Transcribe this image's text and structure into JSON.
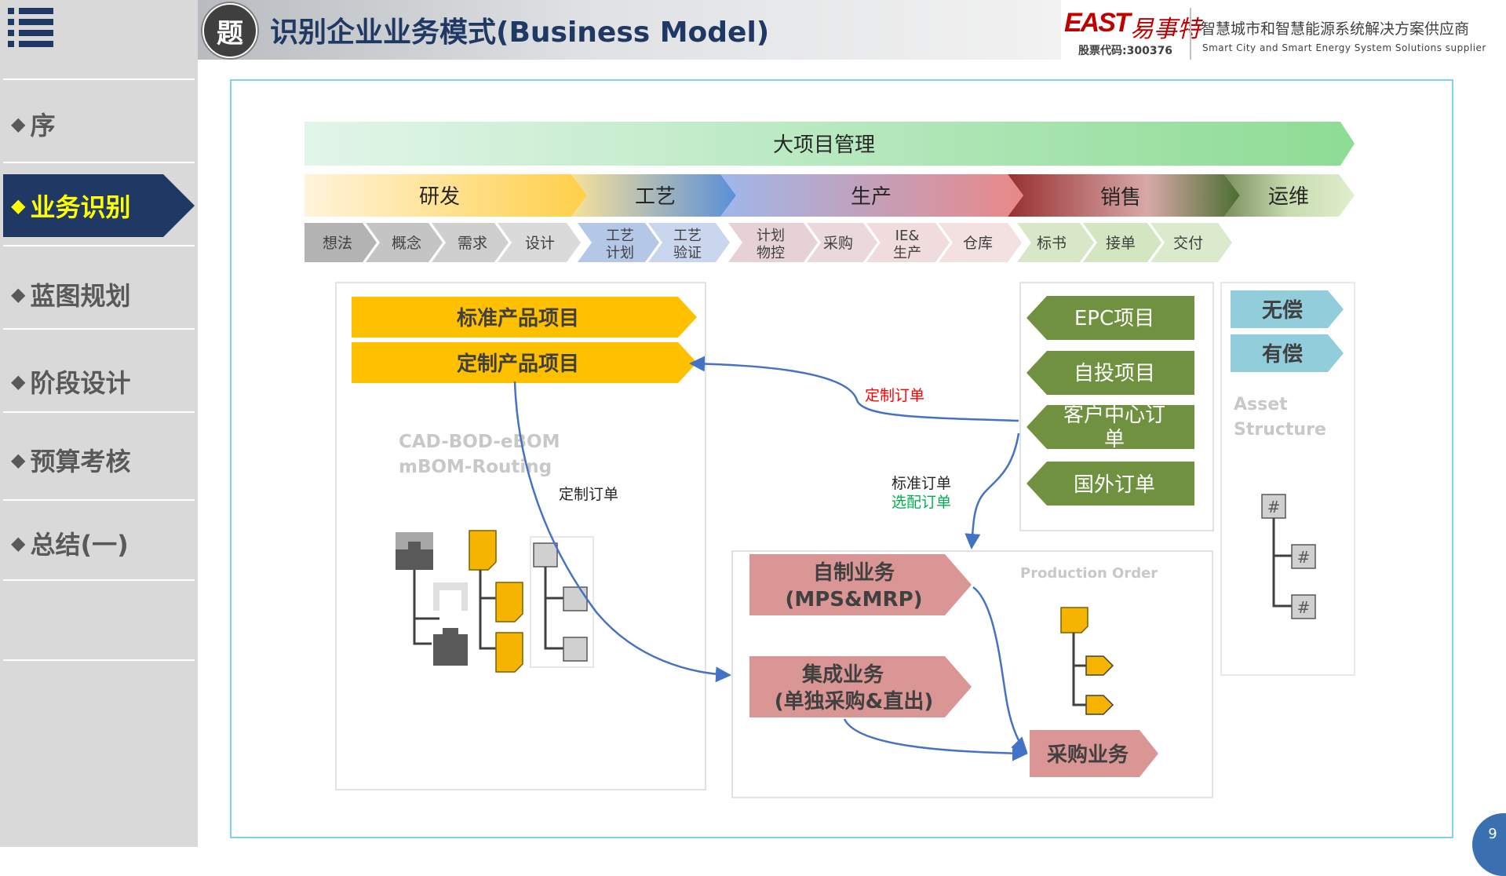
{
  "header": {
    "badge": "题",
    "title": "识别企业业务模式(Business Model)",
    "logo_east": "EAST",
    "logo_cn": "易事特",
    "stock_code": "股票代码:300376",
    "slogan_cn": "智慧城市和智慧能源系统解决方案供应商",
    "slogan_en": "Smart City and Smart Energy System Solutions supplier"
  },
  "sidebar": {
    "items": [
      {
        "label": "序",
        "active": false
      },
      {
        "label": "业务识别",
        "active": true
      },
      {
        "label": "蓝图规划",
        "active": false
      },
      {
        "label": "阶段设计",
        "active": false
      },
      {
        "label": "预算考核",
        "active": false
      },
      {
        "label": "总结(一)",
        "active": false
      }
    ],
    "active_color": "#1f3864",
    "active_text_color": "#ffff00"
  },
  "value_chain": {
    "top": "大项目管理",
    "stages": [
      "研发",
      "工艺",
      "生产",
      "销售",
      "运维"
    ],
    "steps": [
      "想法",
      "概念",
      "需求",
      "设计",
      "工艺\n计划",
      "工艺\n验证",
      "计划\n物控",
      "采购",
      "IE&\n生产",
      "仓库",
      "标书",
      "接单",
      "交付"
    ]
  },
  "left_panel": {
    "project_types": [
      "标准产品项目",
      "定制产品项目"
    ],
    "bom_text": [
      "CAD-BOD-eBOM",
      "mBOM-Routing"
    ],
    "order_label": "定制订单"
  },
  "right_panel": {
    "order_types": [
      "EPC项目",
      "自投项目",
      "客户中心订单",
      "国外订单"
    ]
  },
  "flow_labels": {
    "custom_order_red": "定制订单",
    "standard_order": "标准订单",
    "option_order": "选配订单"
  },
  "production": {
    "title": "Production Order",
    "business": [
      "自制业务\n(MPS&MRP)",
      "集成业务\n(单独采购&直出)"
    ],
    "purchase": "采购业务"
  },
  "asset": {
    "types": [
      "无偿",
      "有偿"
    ],
    "label": [
      "Asset",
      "Structure"
    ],
    "node": "#"
  },
  "page_number": "9",
  "colors": {
    "yellow": "#ffc000",
    "green": "#70913f",
    "pink": "#da9694",
    "cyan": "#92cddc",
    "red_text": "#ff0000",
    "green_text": "#00b050",
    "arrow": "#4472c4"
  }
}
